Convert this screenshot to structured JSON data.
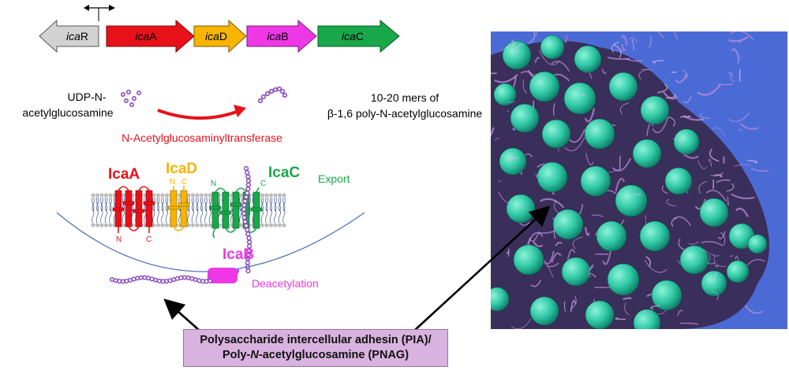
{
  "operon": {
    "genes": [
      {
        "italic": "ica",
        "suffix": "R",
        "color": "#d2d2d2"
      },
      {
        "italic": "ica",
        "suffix": "A",
        "color": "#e8111a"
      },
      {
        "italic": "ica",
        "suffix": "D",
        "color": "#f7b400"
      },
      {
        "italic": "ica",
        "suffix": "B",
        "color": "#ee38e6"
      },
      {
        "italic": "ica",
        "suffix": "C",
        "color": "#18a84a"
      }
    ]
  },
  "reaction": {
    "substrate_line1": "UDP-N-",
    "substrate_line2": "acetylglucosamine",
    "product_line1": "10-20 mers of",
    "product_line2": "β-1,6 poly-N-acetylglucosamine",
    "enzyme": "N-Acetylglucosaminyltransferase"
  },
  "proteins": {
    "icaA": {
      "label": "IcaA",
      "color": "#e8111a",
      "n": "N",
      "c": "C"
    },
    "icaD": {
      "label": "IcaD",
      "color": "#f7b400",
      "n": "N",
      "c": "C"
    },
    "icaC": {
      "label": "IcaC",
      "color": "#18a84a",
      "n": "N",
      "c": "C"
    },
    "icaB": {
      "label": "IcaB",
      "color": "#ee38e6"
    },
    "export": "Export",
    "deacetylation": "Deacetylation"
  },
  "caption": {
    "line1": "Polysaccharide intercellular adhesin (PIA)/",
    "line2_a": "Poly-",
    "line2_italic": "N",
    "line2_b": "-acetylglucosamine (PNAG)"
  },
  "colors": {
    "polymer": "#8a4bbf",
    "membrane_head": "#bdbdbd",
    "membrane_tail": "#3a4e8c",
    "reaction_arrow": "#e8111a",
    "cell_wall": "#4a6fb5",
    "micrograph_bg": "#4a6bd6",
    "bacteria": "#2fc9a6",
    "matrix": "#b88cd6"
  }
}
